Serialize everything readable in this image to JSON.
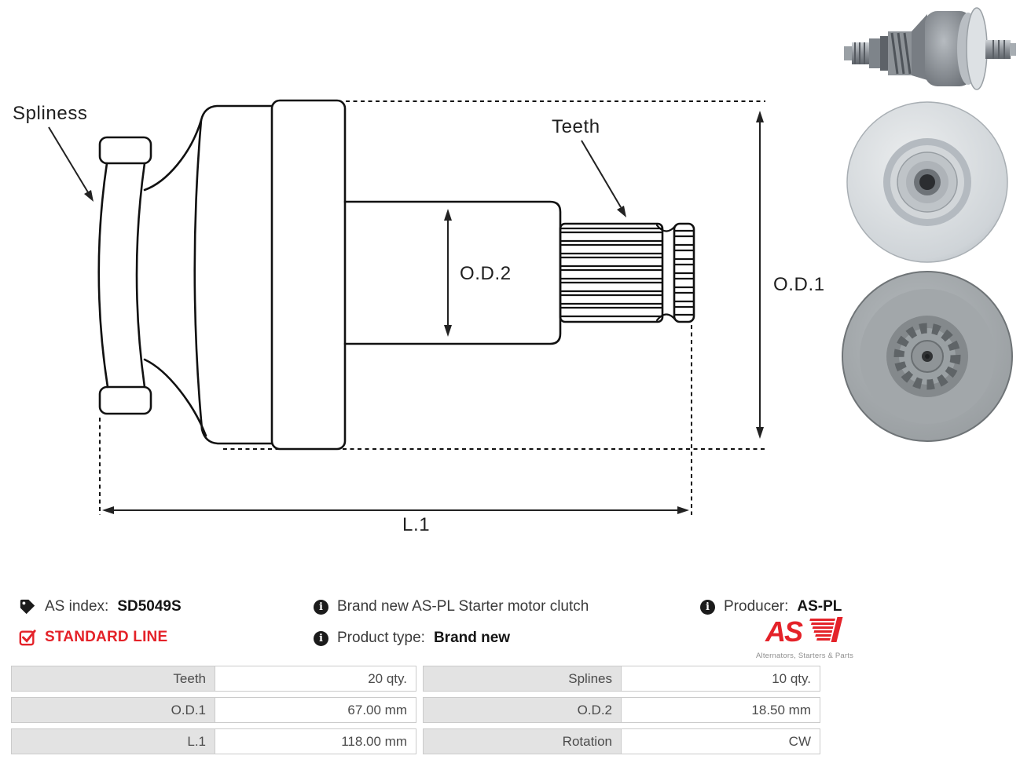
{
  "diagram": {
    "spliness_label": "Spliness",
    "teeth_label": "Teeth",
    "od2_label": "O.D.2",
    "od1_label": "O.D.1",
    "l1_label": "L.1"
  },
  "info": {
    "as_index_label": "AS index:",
    "as_index_value": "SD5049S",
    "line_label": "STANDARD LINE",
    "description": "Brand new AS-PL Starter motor clutch",
    "product_type_label": "Product type:",
    "product_type_value": "Brand new",
    "producer_label": "Producer:",
    "producer_value": "AS-PL",
    "logo_text": "AS",
    "logo_tagline": "Alternators, Starters & Parts"
  },
  "specs": {
    "cells": [
      {
        "label": "Teeth",
        "value": "20 qty."
      },
      {
        "label": "Splines",
        "value": "10 qty."
      },
      {
        "label": "O.D.1",
        "value": "67.00 mm"
      },
      {
        "label": "O.D.2",
        "value": "18.50 mm"
      },
      {
        "label": "L.1",
        "value": "118.00 mm"
      },
      {
        "label": "Rotation",
        "value": "CW"
      }
    ]
  },
  "colors": {
    "accent_red": "#e42229",
    "table_label_bg": "#e3e3e3",
    "table_border": "#cbcbcb",
    "text_dark": "#4b4b4b"
  }
}
